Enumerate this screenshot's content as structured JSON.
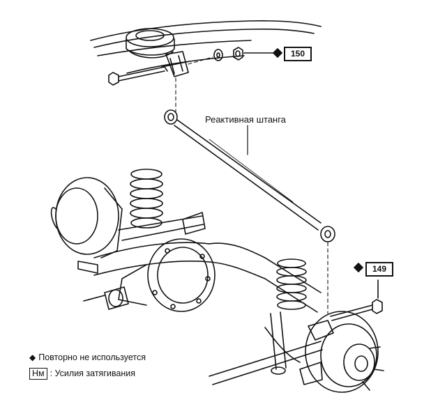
{
  "labels": {
    "rod": "Реактивная штанга"
  },
  "torque": {
    "top": "150",
    "bottom": "149"
  },
  "legend": {
    "no_reuse_symbol": "◆",
    "no_reuse_text": "Повторно не используется",
    "unit": "Нм",
    "unit_text": ": Усилия затягивания"
  }
}
